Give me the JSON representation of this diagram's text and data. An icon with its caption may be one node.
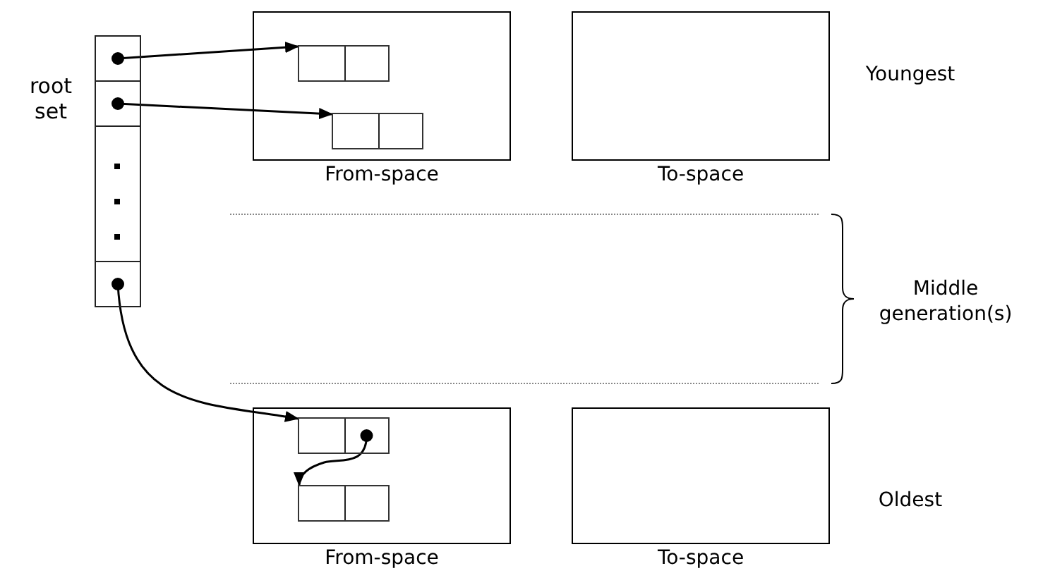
{
  "diagram": {
    "nodes": [
      {
        "text": [],
        "shape": "box",
        "beside": [
          "root set"
        ]
      },
      {
        "text": [],
        "shape": "box",
        "in": 0
      },
      {
        "text": [],
        "shape": "box",
        "in": 0
      },
      {
        "text": [],
        "shape": "box",
        "in": 0
      },
      {
        "text": [],
        "shape": "box",
        "in": 0
      },
      {
        "text": [],
        "shape": "box",
        "beside": [
          "From-space"
        ]
      },
      {
        "text": [],
        "shape": "box",
        "in": 5
      },
      {
        "text": [],
        "shape": "box",
        "in": 5
      },
      {
        "text": [],
        "shape": "box",
        "beside": [
          "To-space"
        ]
      },
      {
        "text": [],
        "shape": "box",
        "beside": [
          "From-space"
        ]
      },
      {
        "text": [],
        "shape": "box",
        "in": 9
      },
      {
        "text": [],
        "shape": "box",
        "in": 9
      },
      {
        "text": [],
        "shape": "box",
        "beside": [
          "To-space"
        ]
      }
    ],
    "edges": [
      {
        "from": 1,
        "to": 6,
        "arrow": "to"
      },
      {
        "from": 2,
        "to": 7,
        "arrow": "to"
      },
      {
        "from": 4,
        "to": 10,
        "arrow": "to"
      },
      {
        "from": 10,
        "to": 11,
        "arrow": "to"
      }
    ],
    "labels": [
      "Youngest",
      "Middle generation(s)",
      "Oldest"
    ]
  }
}
